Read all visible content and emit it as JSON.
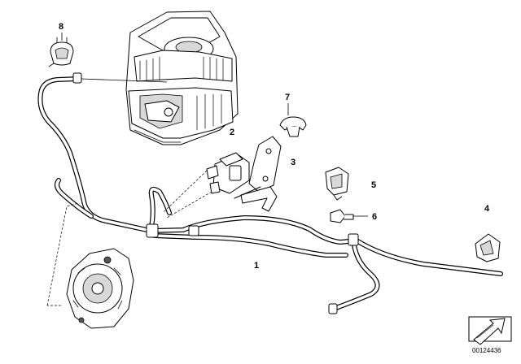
{
  "callouts": {
    "c1": "1",
    "c2": "2",
    "c3": "3",
    "c4": "4",
    "c5": "5",
    "c6": "6",
    "c7": "7",
    "c8": "8"
  },
  "document_number": "00124436",
  "icons": {
    "arrow": "diagonal-arrow-icon"
  }
}
